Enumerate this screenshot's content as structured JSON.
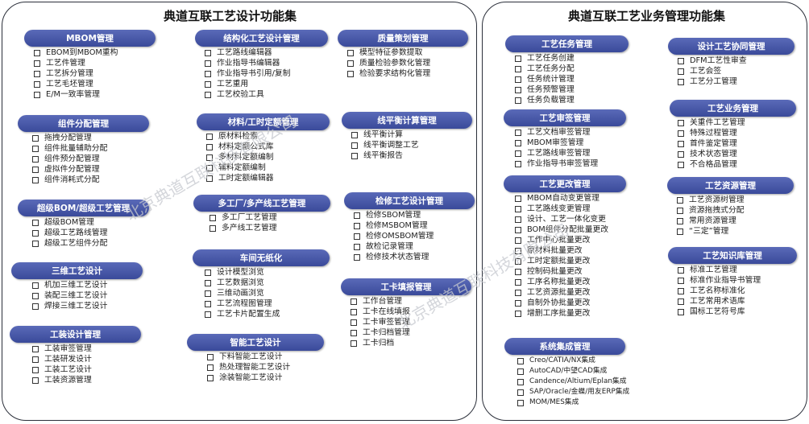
{
  "left": {
    "title": "典道互联工艺设计功能集",
    "modules": [
      {
        "title": "MBOM管理",
        "items": [
          "EBOM到MBOM重构",
          "工艺件管理",
          "工艺拆分管理",
          "工艺毛坯管理",
          "E/M一致率管理"
        ]
      },
      {
        "title": "组件分配管理",
        "items": [
          "拖拽分配管理",
          "组件批量辅助分配",
          "组件预分配管理",
          "虚拟件分配管理",
          "组件消耗式分配"
        ]
      },
      {
        "title": "超级BOM/超级工艺管理",
        "items": [
          "超级BOM管理",
          "超级工艺路线管理",
          "超级工艺组件分配"
        ]
      },
      {
        "title": "三维工艺设计",
        "items": [
          "机加三维工艺设计",
          "装配三维工艺设计",
          "焊接三维工艺设计"
        ]
      },
      {
        "title": "工装设计管理",
        "items": [
          "工装审签管理",
          "工装研发设计",
          "工装工艺设计",
          "工装资源管理"
        ]
      },
      {
        "title": "结构化工艺设计管理",
        "items": [
          "工艺路线编辑器",
          "作业指导书编辑器",
          "作业指导书引用/复制",
          "工艺重用",
          "工艺校验工具"
        ]
      },
      {
        "title": "材料/工时定额管理",
        "items": [
          "原材料检索",
          "材料定额公式库",
          "多材料定额编制",
          "辅料定额编制",
          "工时定额编辑器"
        ]
      },
      {
        "title": "多工厂/多产线工艺管理",
        "items": [
          "多工厂工艺管理",
          "多产线工艺管理"
        ]
      },
      {
        "title": "车间无纸化",
        "items": [
          "设计模型浏览",
          "工艺数据浏览",
          "三维动画浏览",
          "工艺流程图管理",
          "工艺卡片配置生成"
        ]
      },
      {
        "title": "智能工艺设计",
        "items": [
          "下料智能工艺设计",
          "热处理智能工艺设计",
          "涂装智能工艺设计"
        ]
      },
      {
        "title": "质量策划管理",
        "items": [
          "模型特征参数提取",
          "质量检验参数化管理",
          "检验要求结构化管理"
        ]
      },
      {
        "title": "线平衡计算管理",
        "items": [
          "线平衡计算",
          "线平衡调整工艺",
          "线平衡报告"
        ]
      },
      {
        "title": "检修工艺设计管理",
        "items": [
          "检修SBOM管理",
          "检修MSBOM管理",
          "检修OMSBOM管理",
          "故检记录管理",
          "检修技术状态管理"
        ]
      },
      {
        "title": "工卡填报管理",
        "items": [
          "工作台管理",
          "工卡在线填报",
          "工卡审签管理",
          "工卡归档管理",
          "工卡归档"
        ]
      }
    ]
  },
  "right": {
    "title": "典道互联工艺业务管理功能集",
    "modules": [
      {
        "title": "工艺任务管理",
        "items": [
          "工艺任务创建",
          "工艺任务分配",
          "任务统计管理",
          "任务预警管理",
          "任务负载管理"
        ]
      },
      {
        "title": "工艺审签管理",
        "items": [
          "工艺文档审签管理",
          "MBOM审签管理",
          "工艺路线审签管理",
          "作业指导书审签管理"
        ]
      },
      {
        "title": "工艺更改管理",
        "items": [
          "MBOM自动变更管理",
          "工艺路线变更管理",
          "设计、工艺一体化变更",
          "BOM组件分配批量更改",
          "工作中心批量更改",
          "原材料批量更改",
          "工时定额批量更改",
          "控制码批量更改",
          "工序名称批量更改",
          "工艺资源批量更改",
          "自制外协批量更改",
          "增删工序批量更改"
        ]
      },
      {
        "title": "系统集成管理",
        "items": [
          "Creo/CATIA/NX集成",
          "AutoCAD/中望CAD集成",
          "Candence/Altium/Eplan集成",
          "SAP/Oracle/金蝶/用友ERP集成",
          "MOM/MES集成"
        ]
      },
      {
        "title": "设计工艺协同管理",
        "items": [
          "DFM工艺性审查",
          "工艺会签",
          "工艺分工管理"
        ]
      },
      {
        "title": "工艺业务管理",
        "items": [
          "关重件工艺管理",
          "特殊过程管理",
          "首件鉴定管理",
          "技术状态管理",
          "不合格品管理"
        ]
      },
      {
        "title": "工艺资源管理",
        "items": [
          "工艺资源树管理",
          "资源拖拽式分配",
          "常用资源管理",
          "“三定”管理"
        ]
      },
      {
        "title": "工艺知识库管理",
        "items": [
          "标准工艺管理",
          "标准作业指导书管理",
          "工艺名称标准化",
          "工艺常用术语库",
          "国标工艺符号库"
        ]
      }
    ]
  },
  "watermark": [
    "北京典道互联科技有限公司",
    "北京典道互联科技有限公司"
  ],
  "colors": {
    "header_bg": "#3f4f9f",
    "header_text": "#ffffff",
    "border": "#2b2f3a"
  }
}
